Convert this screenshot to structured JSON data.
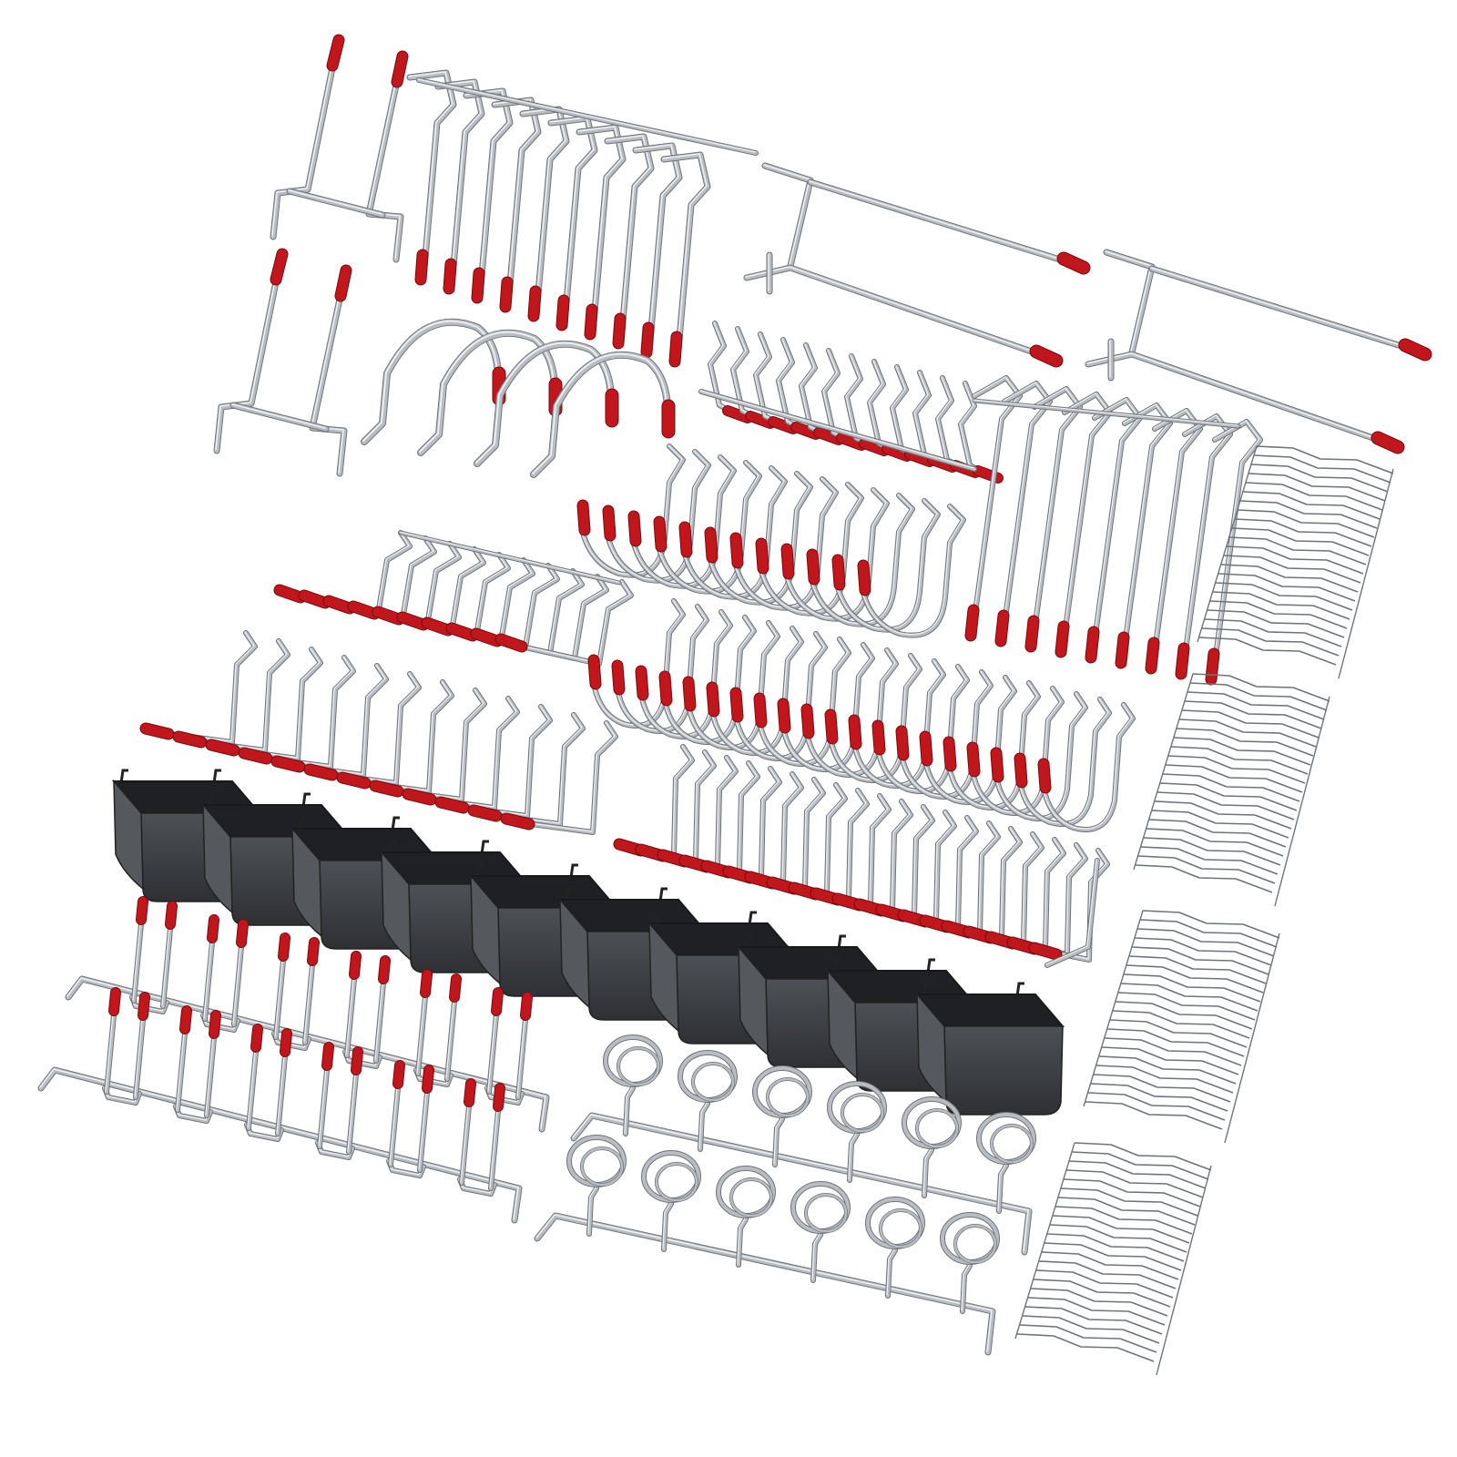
{
  "product": {
    "kind": "pegboard hooks and accessories kit",
    "colors": {
      "steel": "#b9bdc2",
      "steel_dark": "#6f747a",
      "steel_light": "#eef0f2",
      "tip_red": "#c0161c",
      "tip_red_dark": "#7a0b0f",
      "bin_black": "#3a3c40",
      "bin_shade": "#55585d",
      "background": "#ffffff"
    },
    "groups": [
      {
        "name": "double-prong-hooks",
        "count": 2
      },
      {
        "name": "long-straight-hooks-top",
        "count": 10
      },
      {
        "name": "long-double-bar-hooks",
        "count": 2
      },
      {
        "name": "u-hooks",
        "count": 4
      },
      {
        "name": "small-red-tip-hooks-upper",
        "count": 12
      },
      {
        "name": "curved-j-hooks",
        "count": 12
      },
      {
        "name": "long-hooks-right",
        "count": 9
      },
      {
        "name": "wire-lock-clips",
        "count": 4
      },
      {
        "name": "l-hooks-left",
        "count": 10
      },
      {
        "name": "l-hooks-bottom-left",
        "count": 12
      },
      {
        "name": "j-hooks-middle",
        "count": 20
      },
      {
        "name": "small-hooks-lower",
        "count": 20
      },
      {
        "name": "storage-bins",
        "count": 10
      },
      {
        "name": "multi-prong-rack",
        "count": 2
      },
      {
        "name": "loop-ring-rack",
        "count": 2
      }
    ]
  }
}
